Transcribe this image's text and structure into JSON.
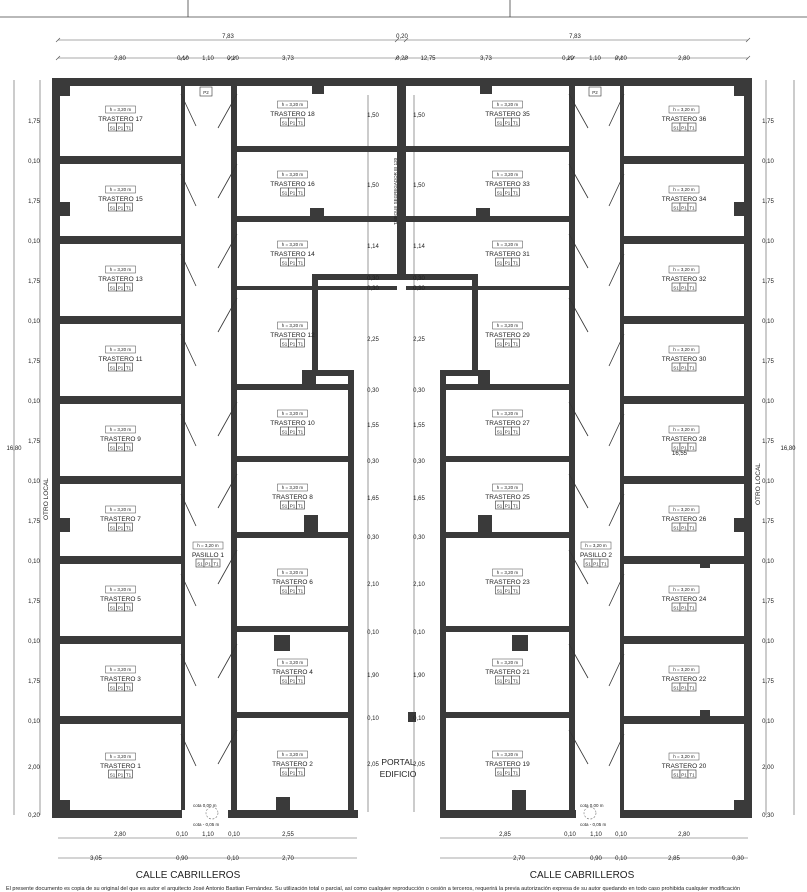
{
  "rooms_left_outer": [
    {
      "name": "TRASTERO 17",
      "h": "h = 3,20 m",
      "codes": [
        "S1",
        "P1",
        "T1"
      ]
    },
    {
      "name": "TRASTERO 15",
      "h": "h = 3,20 m",
      "codes": [
        "S1",
        "P1",
        "T1"
      ]
    },
    {
      "name": "TRASTERO 13",
      "h": "h = 3,20 m",
      "codes": [
        "S1",
        "P1",
        "T1"
      ]
    },
    {
      "name": "TRASTERO 11",
      "h": "h = 3,20 m",
      "codes": [
        "S1",
        "P1",
        "T1"
      ]
    },
    {
      "name": "TRASTERO 9",
      "h": "h = 3,20 m",
      "codes": [
        "S1",
        "P1",
        "T1"
      ]
    },
    {
      "name": "TRASTERO 7",
      "h": "h = 3,20 m",
      "codes": [
        "S1",
        "P1",
        "T1"
      ]
    },
    {
      "name": "TRASTERO 5",
      "h": "h = 3,20 m",
      "codes": [
        "S1",
        "P1",
        "T1"
      ]
    },
    {
      "name": "TRASTERO 3",
      "h": "h = 3,20 m",
      "codes": [
        "S1",
        "P1",
        "T1"
      ]
    },
    {
      "name": "TRASTERO 1",
      "h": "h = 3,20 m",
      "codes": [
        "S1",
        "P1",
        "T1"
      ]
    }
  ],
  "rooms_left_inner": [
    {
      "name": "TRASTERO 18",
      "h": "h = 3,20 m",
      "codes": [
        "S1",
        "P1",
        "T1"
      ]
    },
    {
      "name": "TRASTERO 16",
      "h": "h = 3,20 m",
      "codes": [
        "S1",
        "P1",
        "T1"
      ]
    },
    {
      "name": "TRASTERO 14",
      "h": "h = 3,20 m",
      "codes": [
        "S1",
        "P1",
        "T1"
      ]
    },
    {
      "name": "TRASTERO 12",
      "h": "h = 3,20 m",
      "codes": [
        "S1",
        "P1",
        "T1"
      ]
    },
    {
      "name": "TRASTERO 10",
      "h": "h = 3,20 m",
      "codes": [
        "S1",
        "P1",
        "T1"
      ]
    },
    {
      "name": "TRASTERO 8",
      "h": "h = 3,20 m",
      "codes": [
        "S1",
        "P1",
        "T1"
      ]
    },
    {
      "name": "TRASTERO 6",
      "h": "h = 3,20 m",
      "codes": [
        "S1",
        "P1",
        "T1"
      ]
    },
    {
      "name": "TRASTERO 4",
      "h": "h = 3,20 m",
      "codes": [
        "S1",
        "P1",
        "T1"
      ]
    },
    {
      "name": "TRASTERO 2",
      "h": "h = 3,20 m",
      "codes": [
        "S1",
        "P1",
        "T1"
      ]
    }
  ],
  "rooms_right_inner": [
    {
      "name": "TRASTERO 35",
      "h": "h = 3,20 m",
      "codes": [
        "S1",
        "P1",
        "T1"
      ]
    },
    {
      "name": "TRASTERO 33",
      "h": "h = 3,20 m",
      "codes": [
        "S1",
        "P1",
        "T1"
      ]
    },
    {
      "name": "TRASTERO 31",
      "h": "h = 3,20 m",
      "codes": [
        "S1",
        "P1",
        "T1"
      ]
    },
    {
      "name": "TRASTERO 29",
      "h": "h = 3,20 m",
      "codes": [
        "S1",
        "P1",
        "T1"
      ]
    },
    {
      "name": "TRASTERO 27",
      "h": "h = 3,20 m",
      "codes": [
        "S1",
        "P1",
        "T1"
      ]
    },
    {
      "name": "TRASTERO 25",
      "h": "h = 3,20 m",
      "codes": [
        "S1",
        "P1",
        "T1"
      ]
    },
    {
      "name": "TRASTERO 23",
      "h": "h = 3,20 m",
      "codes": [
        "S1",
        "P1",
        "T1"
      ]
    },
    {
      "name": "TRASTERO 21",
      "h": "h = 3,20 m",
      "codes": [
        "S1",
        "P1",
        "T1"
      ]
    },
    {
      "name": "TRASTERO 19",
      "h": "h = 3,20 m",
      "codes": [
        "S1",
        "P1",
        "T1"
      ]
    }
  ],
  "rooms_right_outer": [
    {
      "name": "TRASTERO 36",
      "h": "h = 3,20 m",
      "codes": [
        "S1",
        "P1",
        "T1"
      ]
    },
    {
      "name": "TRASTERO 34",
      "h": "h = 3,20 m",
      "codes": [
        "S1",
        "P1",
        "T1"
      ]
    },
    {
      "name": "TRASTERO 32",
      "h": "h = 3,20 m",
      "codes": [
        "S1",
        "P1",
        "T1"
      ]
    },
    {
      "name": "TRASTERO 30",
      "h": "h = 3,20 m",
      "codes": [
        "S1",
        "P1",
        "T1"
      ]
    },
    {
      "name": "TRASTERO 28",
      "h": "h = 3,20 m",
      "codes": [
        "S1",
        "P1",
        "T1"
      ]
    },
    {
      "name": "TRASTERO 26",
      "h": "h = 3,20 m",
      "codes": [
        "S1",
        "P1",
        "T1"
      ]
    },
    {
      "name": "TRASTERO 24",
      "h": "h = 3,20 m",
      "codes": [
        "S1",
        "P1",
        "T1"
      ]
    },
    {
      "name": "TRASTERO 22",
      "h": "h = 3,20 m",
      "codes": [
        "S1",
        "P1",
        "T1"
      ]
    },
    {
      "name": "TRASTERO 20",
      "h": "h = 3,20 m",
      "codes": [
        "S1",
        "P1",
        "T1"
      ]
    }
  ],
  "pasillos": [
    {
      "name": "PASILLO 1",
      "h": "h = 3,20 m",
      "codes": [
        "S1",
        "P1",
        "T1"
      ]
    },
    {
      "name": "PASILLO 2",
      "h": "h = 3,20 m",
      "codes": [
        "S1",
        "P1",
        "T1"
      ]
    }
  ],
  "labels": {
    "portal": "PORTAL",
    "edificio": "EDIFICIO",
    "street_left": "CALLE   CABRILLEROS",
    "street_right": "CALLE   CABRILLEROS",
    "otro_local_left": "OTRO   LOCAL",
    "otro_local_right": "OTRO   LOCAL",
    "tabique": "TABIQUE   SEGREGADOR   EI 120",
    "p2_left": "P2",
    "p2_right": "P2",
    "cota_left_top": "cota 0,00 m",
    "cota_left_bot": "cota - 0,05 m",
    "cota_right_top": "cota 0,00 m",
    "cota_right_bot": "cota - 0,05 m",
    "footer": "El presente documento es copia de su original del que es autor el arquitecto José Antonio Bastian Fernández. Su utilización total o parcial, así como cualquier reproducción o cesión a terceros, requerirá la previa autorización expresa de su autor quedando en todo caso prohibida cualquier modificación"
  },
  "dims_top": {
    "left_total": "7,83",
    "center": "0,20",
    "right_total": "7,83",
    "row2": [
      "2,80",
      "0,10",
      "1,10",
      "0,10",
      "3,73",
      "0,20",
      "12,75",
      "3,73",
      "0,10",
      "1,10",
      "0,10",
      "2,80"
    ]
  },
  "dims_left": [
    "1,75",
    "0,10",
    "1,75",
    "0,10",
    "1,75",
    "0,10",
    "1,75",
    "0,10",
    "1,75",
    "0,10",
    "1,75",
    "0,10",
    "1,75",
    "0,10",
    "1,75",
    "0,10",
    "2,00",
    "0,20"
  ],
  "dims_right": [
    "1,75",
    "0,10",
    "1,75",
    "0,10",
    "1,75",
    "0,10",
    "1,75",
    "0,10",
    "1,75",
    "0,10",
    "1,75",
    "0,10",
    "1,75",
    "0,10",
    "1,75",
    "0,10",
    "2,00",
    "0,30"
  ],
  "dims_total_left": "16,80",
  "dims_total_right": "16,80",
  "dims_right_extra": "16,55",
  "dims_center_left": [
    "1,50",
    "1,50",
    "1,14",
    "0,30",
    "0,30",
    "2,25",
    "0,30",
    "1,55",
    "0,30",
    "1,65",
    "0,30",
    "2,10",
    "0,10",
    "1,90",
    "0,10",
    "2,05"
  ],
  "dims_center_right": [
    "1,50",
    "1,50",
    "1,14",
    "0,30",
    "0,30",
    "2,25",
    "0,30",
    "1,55",
    "0,30",
    "1,65",
    "0,30",
    "2,10",
    "0,10",
    "1,90",
    "0,10",
    "2,05"
  ],
  "dims_bottom_left_1": [
    "2,80",
    "0,10",
    "1,10",
    "0,10",
    "2,55"
  ],
  "dims_bottom_left_2": [
    "3,05",
    "0,90",
    "0,10",
    "2,70"
  ],
  "dims_bottom_right_1": [
    "2,85",
    "0,10",
    "1,10",
    "0,10",
    "2,80"
  ],
  "dims_bottom_right_2": [
    "2,70",
    "0,90",
    "0,10",
    "2,85",
    "0,30"
  ]
}
